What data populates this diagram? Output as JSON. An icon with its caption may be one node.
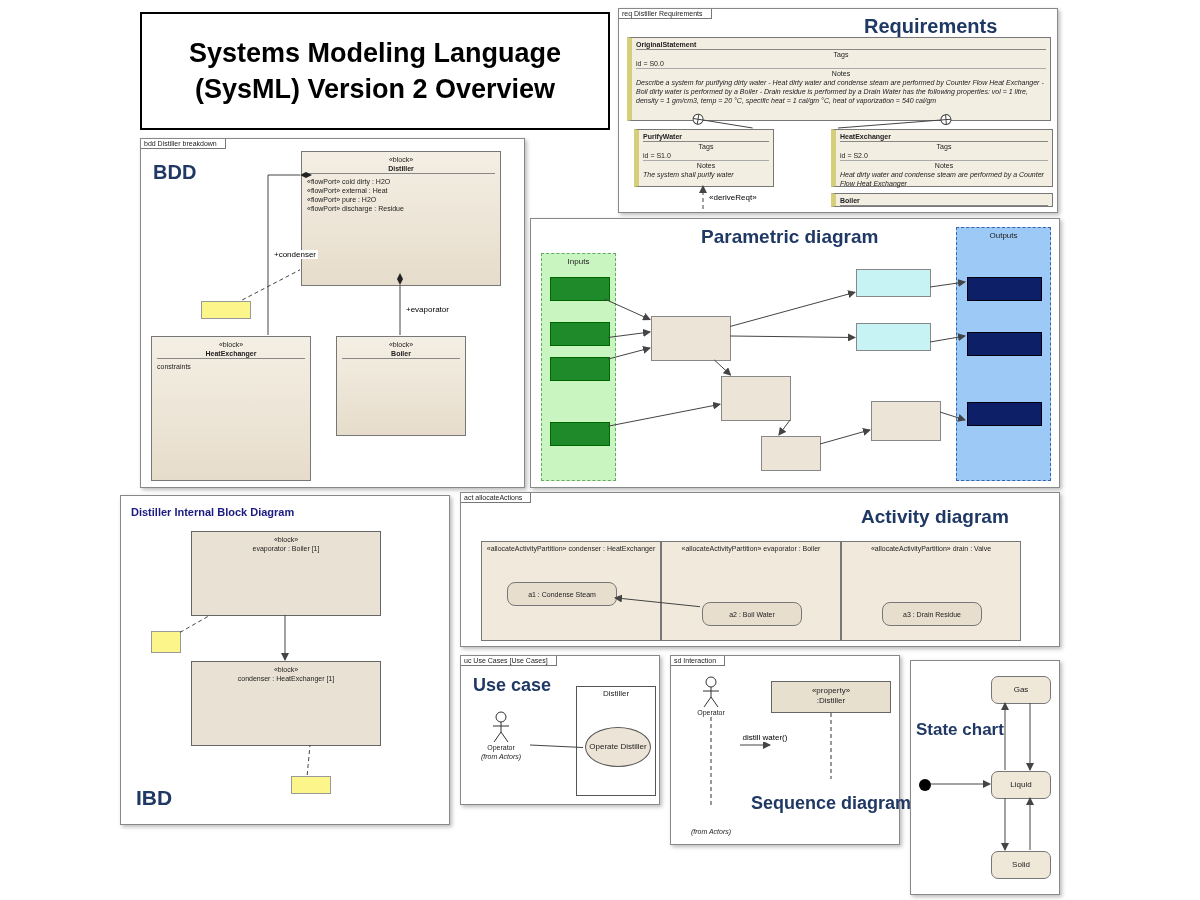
{
  "diagram": {
    "title": "Systems Modeling Language (SysML) Version 2 Overview",
    "nodes": [
      {
        "text": [
          "req Distiller Requirements",
          "Requirements"
        ]
      },
      {
        "text": [
          "OriginalStatement",
          "Tags",
          "id = S0.0",
          "Notes",
          "Describe a system for purifying dirty water - Heat dirty water and condense steam are performed by Counter Flow Heat Exchanger - Boil dirty water is performed by a Boiler - Drain residue is performed by a Drain Water has the following properties: vol = 1 litre, density = 1 gm/cm3, temp = 20 °C, specific heat = 1 cal/gm °C, heat of vaporization = 540 cal/gm"
        ],
        "in": 0
      },
      {
        "text": [
          "PurifyWater",
          "Tags",
          "id = S1.0",
          "Notes",
          "The system shall purify water"
        ],
        "in": 0
      },
      {
        "text": [
          "HeatExchanger",
          "Tags",
          "id = S2.0",
          "Notes",
          "Heat dirty water and condense steam are performed by a Counter Flow Heat Exchanger"
        ],
        "in": 0
      },
      {
        "text": [
          "Boiler"
        ],
        "in": 0
      },
      {
        "text": [
          "bdd Distiller breakdown",
          "BDD"
        ]
      },
      {
        "text": [
          "«block»",
          "Distiller",
          "«flowPort» cold dirty : H2O",
          "«flowPort» external : Heat",
          "«flowPort» pure : H2O",
          "«flowPort» discharge : Residue"
        ],
        "in": 5
      },
      {
        "text": [],
        "shape": "box",
        "in": 5
      },
      {
        "text": [
          "«block»",
          "HeatExchanger",
          "constraints"
        ],
        "in": 5
      },
      {
        "text": [
          "«block»",
          "Boiler"
        ],
        "in": 5
      },
      {
        "text": [
          "Parametric diagram"
        ]
      },
      {
        "text": [
          "Inputs"
        ],
        "in": 10
      },
      {
        "text": [],
        "shape": "box",
        "in": 11
      },
      {
        "text": [],
        "shape": "box",
        "in": 11
      },
      {
        "text": [],
        "shape": "box",
        "in": 11
      },
      {
        "text": [],
        "shape": "box",
        "in": 11
      },
      {
        "text": [
          "Outputs"
        ],
        "in": 10
      },
      {
        "text": [],
        "shape": "box",
        "in": 16
      },
      {
        "text": [],
        "shape": "box",
        "in": 16
      },
      {
        "text": [],
        "shape": "box",
        "in": 16
      },
      {
        "text": [],
        "shape": "box",
        "in": 10
      },
      {
        "text": [],
        "shape": "box",
        "in": 10
      },
      {
        "text": [],
        "shape": "box",
        "in": 10
      },
      {
        "text": [],
        "shape": "box",
        "in": 10
      },
      {
        "text": [],
        "shape": "box",
        "in": 10
      },
      {
        "text": [],
        "shape": "box",
        "in": 10
      },
      {
        "text": [
          "Distiller Internal Block Diagram",
          "IBD"
        ]
      },
      {
        "text": [
          "«block»",
          "evaporator : Boiler [1]"
        ],
        "in": 26
      },
      {
        "text": [
          "«block»",
          "condenser : HeatExchanger [1]"
        ],
        "in": 26
      },
      {
        "text": [],
        "shape": "box",
        "in": 26
      },
      {
        "text": [],
        "shape": "box",
        "in": 26
      },
      {
        "text": [
          "act allocateActions",
          "Activity diagram"
        ]
      },
      {
        "text": [
          "«allocateActivityPartition» condenser : HeatExchanger"
        ],
        "in": 31
      },
      {
        "text": [
          "«allocateActivityPartition» evaporator : Boiler"
        ],
        "in": 31
      },
      {
        "text": [
          "«allocateActivityPartition» drain : Valve"
        ],
        "in": 31
      },
      {
        "text": [
          "a1 : Condense Steam"
        ],
        "in": 32
      },
      {
        "text": [
          "a2 : Boil Water"
        ],
        "in": 33
      },
      {
        "text": [
          "a3 : Drain Residue"
        ],
        "in": 34
      },
      {
        "text": [
          "uc Use Cases [Use Cases]",
          "Use case"
        ]
      },
      {
        "text": [
          "Distiller"
        ],
        "in": 38
      },
      {
        "text": [
          "Operator",
          "(from Actors)"
        ],
        "in": 38
      },
      {
        "text": [
          "Operate Distiller"
        ],
        "in": 39
      },
      {
        "text": [
          "sd Interaction",
          "Sequence diagram"
        ]
      },
      {
        "text": [
          "Operator",
          "(from Actors)"
        ],
        "in": 42
      },
      {
        "text": [
          "«property»",
          ":Distiller"
        ],
        "in": 42
      },
      {
        "text": [
          "State chart"
        ]
      },
      {
        "text": [
          "Gas"
        ],
        "in": 45
      },
      {
        "text": [
          "Liquid"
        ],
        "in": 45
      },
      {
        "text": [
          "Solid"
        ],
        "in": 45
      },
      {
        "text": [],
        "shape": "circle",
        "in": 45
      }
    ],
    "edges": [
      {
        "from": 1,
        "to": 2,
        "arrow": "other"
      },
      {
        "from": 1,
        "to": 3,
        "arrow": "other"
      },
      {
        "from": null,
        "to": 2,
        "arrow": "to",
        "style": "dashed",
        "label": "«deriveReqt»"
      },
      {
        "from": 6,
        "to": 8,
        "arrow": "other",
        "label": "+condenser"
      },
      {
        "from": 6,
        "to": 9,
        "arrow": "other",
        "label": "+evaporator"
      },
      {
        "from": 7,
        "to": 6,
        "arrow": "none",
        "style": "dashed"
      },
      {
        "from": 12,
        "to": 20,
        "arrow": "to"
      },
      {
        "from": 13,
        "to": 20,
        "arrow": "to"
      },
      {
        "from": 14,
        "to": 20,
        "arrow": "to"
      },
      {
        "from": 20,
        "to": 21,
        "arrow": "to"
      },
      {
        "from": 15,
        "to": 21,
        "arrow": "to"
      },
      {
        "from": 21,
        "to": 22,
        "arrow": "to"
      },
      {
        "from": 20,
        "to": 24,
        "arrow": "to"
      },
      {
        "from": 24,
        "to": 17,
        "arrow": "to"
      },
      {
        "from": 25,
        "to": 18,
        "arrow": "to"
      },
      {
        "from": 22,
        "to": 23,
        "arrow": "to"
      },
      {
        "from": 23,
        "to": 19,
        "arrow": "to"
      },
      {
        "from": 20,
        "to": 25,
        "arrow": "to"
      },
      {
        "from": 27,
        "to": 28,
        "arrow": "to"
      },
      {
        "from": 29,
        "to": 27,
        "arrow": "none",
        "style": "dashed"
      },
      {
        "from": 30,
        "to": 28,
        "arrow": "none",
        "style": "dashed"
      },
      {
        "from": 36,
        "to": 35,
        "arrow": "to"
      },
      {
        "from": 40,
        "to": 41,
        "arrow": "none"
      },
      {
        "from": 43,
        "to": 44,
        "arrow": "to",
        "label": "distill water()"
      },
      {
        "from": 49,
        "to": 47,
        "arrow": "to"
      },
      {
        "from": 47,
        "to": 46,
        "arrow": "to"
      },
      {
        "from": 46,
        "to": 47,
        "arrow": "to"
      },
      {
        "from": 47,
        "to": 48,
        "arrow": "to"
      },
      {
        "from": 48,
        "to": 47,
        "arrow": "to"
      }
    ]
  }
}
